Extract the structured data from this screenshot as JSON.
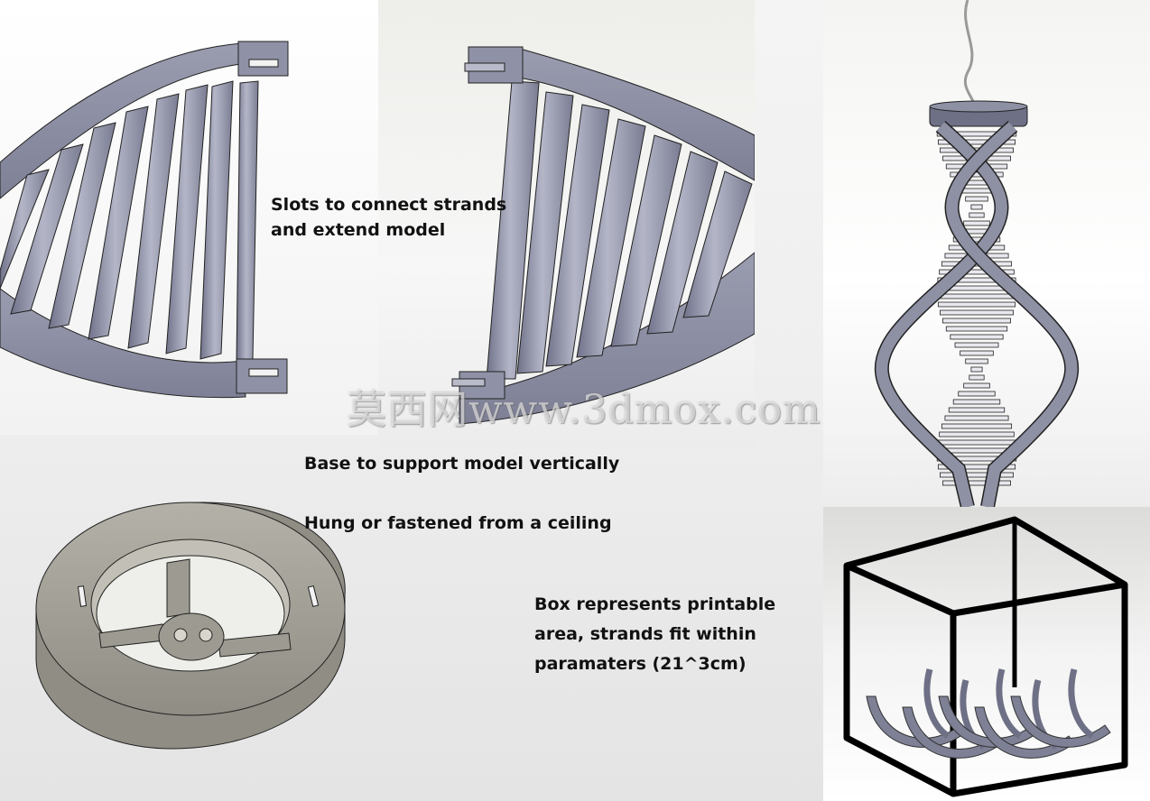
{
  "captions": {
    "slots_line1": "Slots to connect strands",
    "slots_line2": "and extend model",
    "base": "Base to support model vertically",
    "hung": "Hung or fastened from a ceiling",
    "box_line1": "Box represents printable",
    "box_line2": "area, strands fit within",
    "box_line3": "paramaters (21^3cm)"
  },
  "watermark": "莫西网www.3dmox.com",
  "colors": {
    "model_fill": "#8e90a4",
    "model_dark": "#6e7086",
    "model_light": "#b9bbcb",
    "base_fill": "#a8a69c",
    "box_frame": "#000000",
    "text": "#111111"
  }
}
